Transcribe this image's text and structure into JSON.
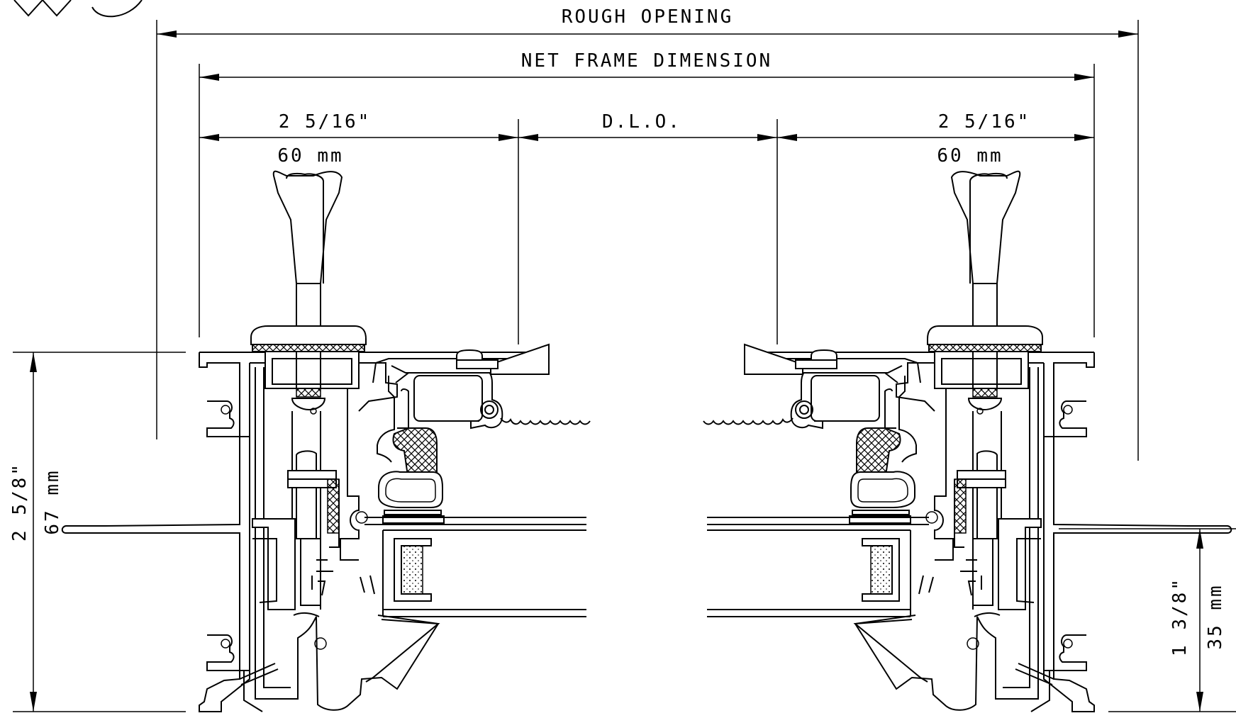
{
  "dimensions": {
    "rough_opening": "ROUGH OPENING",
    "net_frame": "NET FRAME DIMENSION",
    "dlo": "D.L.O.",
    "left_frame_in": "2 5/16\"",
    "left_frame_mm": "60 mm",
    "right_frame_in": "2 5/16\"",
    "right_frame_mm": "60 mm",
    "height_in": "2 5/8\"",
    "height_mm": "67 mm",
    "sill_in": "1 3/8\"",
    "sill_mm": "35 mm"
  },
  "colors": {
    "line": "#000000",
    "background": "#ffffff",
    "hatch": "#000000"
  }
}
